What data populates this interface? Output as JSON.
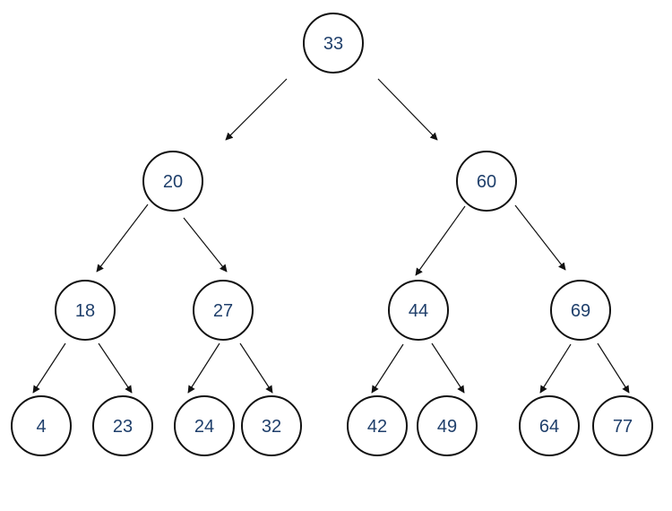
{
  "diagram": {
    "type": "binary-tree",
    "colors": {
      "node_text": "#1f3f6b",
      "node_stroke": "#111111",
      "edge": "#111111"
    },
    "nodes": [
      {
        "id": "n33",
        "label": "33"
      },
      {
        "id": "n20",
        "label": "20"
      },
      {
        "id": "n60",
        "label": "60"
      },
      {
        "id": "n18",
        "label": "18"
      },
      {
        "id": "n27",
        "label": "27"
      },
      {
        "id": "n44",
        "label": "44"
      },
      {
        "id": "n69",
        "label": "69"
      },
      {
        "id": "n4",
        "label": "4"
      },
      {
        "id": "n23",
        "label": "23"
      },
      {
        "id": "n24",
        "label": "24"
      },
      {
        "id": "n32",
        "label": "32"
      },
      {
        "id": "n42",
        "label": "42"
      },
      {
        "id": "n49",
        "label": "49"
      },
      {
        "id": "n64",
        "label": "64"
      },
      {
        "id": "n77",
        "label": "77"
      }
    ],
    "edges": [
      {
        "from": "n33",
        "to": "n20"
      },
      {
        "from": "n33",
        "to": "n60"
      },
      {
        "from": "n20",
        "to": "n18"
      },
      {
        "from": "n20",
        "to": "n27"
      },
      {
        "from": "n60",
        "to": "n44"
      },
      {
        "from": "n60",
        "to": "n69"
      },
      {
        "from": "n18",
        "to": "n4"
      },
      {
        "from": "n18",
        "to": "n23"
      },
      {
        "from": "n27",
        "to": "n24"
      },
      {
        "from": "n27",
        "to": "n32"
      },
      {
        "from": "n44",
        "to": "n42"
      },
      {
        "from": "n44",
        "to": "n49"
      },
      {
        "from": "n69",
        "to": "n64"
      },
      {
        "from": "n69",
        "to": "n77"
      }
    ]
  }
}
